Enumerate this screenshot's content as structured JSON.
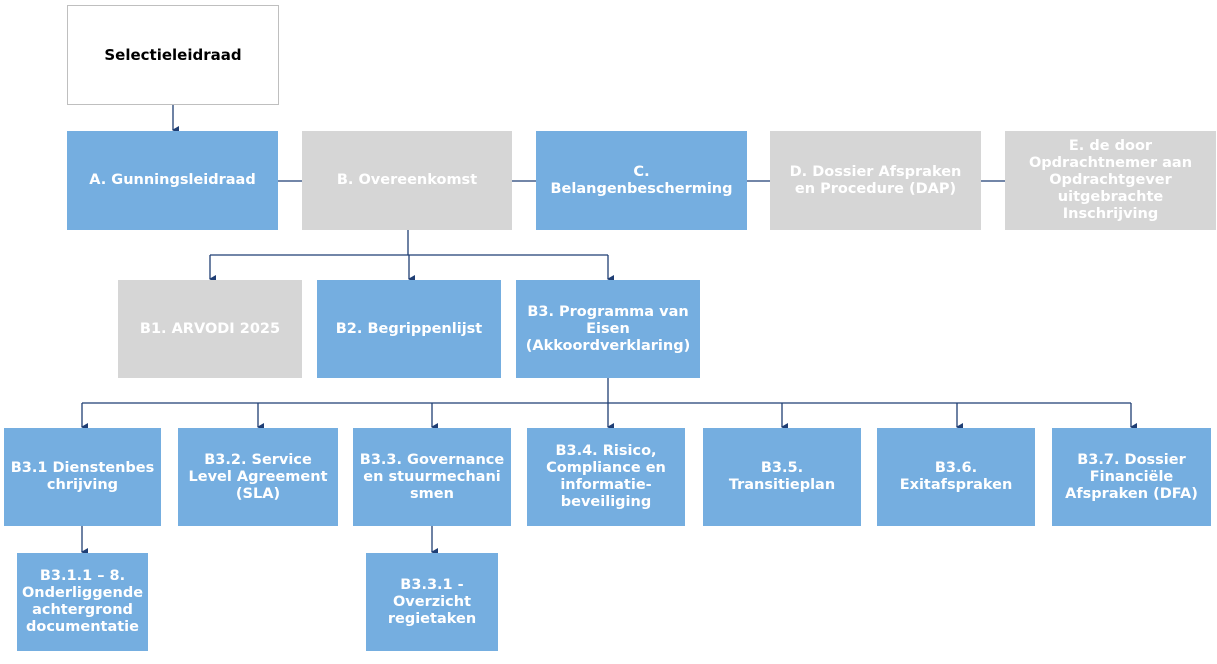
{
  "diagram": {
    "root": {
      "label": "Selectieleidraad"
    },
    "level1": [
      {
        "label": "A. Gunningsleidraad",
        "style": "blue"
      },
      {
        "label": "B. Overeenkomst",
        "style": "grey"
      },
      {
        "label": "C. Belangenbescherming",
        "style": "blue"
      },
      {
        "label": "D. Dossier Afspraken en Procedure (DAP)",
        "style": "grey"
      },
      {
        "label": "E. de door Opdrachtnemer aan Opdrachtgever uitgebrachte Inschrijving",
        "style": "grey"
      }
    ],
    "level2": [
      {
        "label": "B1. ARVODI 2025",
        "style": "grey"
      },
      {
        "label": "B2. Begrippenlijst",
        "style": "blue"
      },
      {
        "label": "B3. Programma van Eisen (Akkoordverklaring)",
        "style": "blue"
      }
    ],
    "level3": [
      {
        "label": "B3.1 Dienstenbeschrijving",
        "style": "blue"
      },
      {
        "label": "B3.2. Service Level Agreement (SLA)",
        "style": "blue"
      },
      {
        "label": "B3.3. Governance en stuurmechanismen",
        "style": "blue"
      },
      {
        "label": "B3.4. Risico, Compliance en informatie-beveiliging",
        "style": "blue"
      },
      {
        "label": "B3.5. Transitieplan",
        "style": "blue"
      },
      {
        "label": "B3.6. Exitafspraken",
        "style": "blue"
      },
      {
        "label": "B3.7. Dossier Financiële Afspraken (DFA)",
        "style": "blue"
      }
    ],
    "level4": [
      {
        "label": "B3.1.1 – 8. Onderliggende achtergrond documentatie",
        "style": "blue"
      },
      {
        "label": "B3.3.1 - Overzicht regietaken",
        "style": "blue"
      }
    ],
    "colors": {
      "blue": "#75aee0",
      "grey": "#d6d6d6",
      "connector": "#1f3e74",
      "text_light": "#ffffff",
      "text_dark": "#000000"
    }
  }
}
